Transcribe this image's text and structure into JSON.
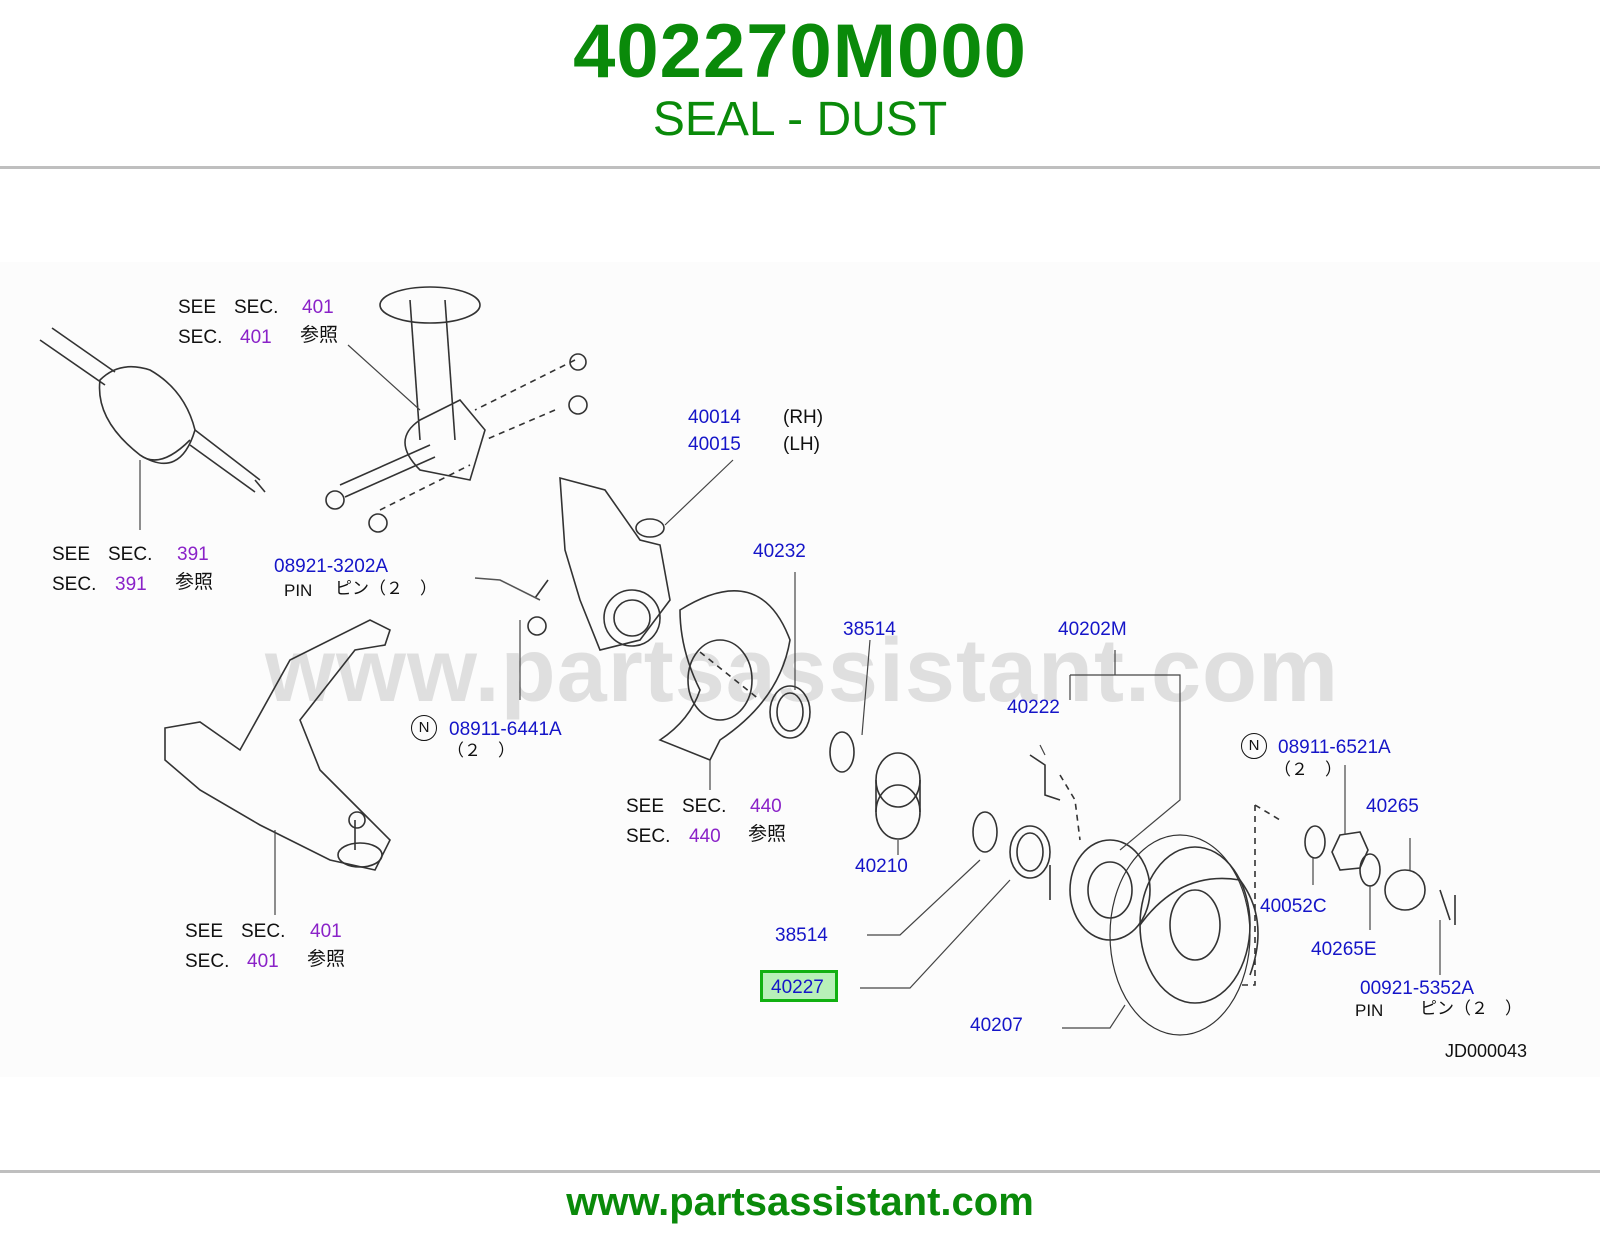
{
  "header": {
    "part_number": "402270M000",
    "part_name": "SEAL - DUST"
  },
  "watermark": "www.partsassistant.com",
  "footer": {
    "url": "www.partsassistant.com"
  },
  "diagram": {
    "ref_code": "JD000043",
    "highlighted_part": "40227",
    "see_sec": {
      "see": "SEE",
      "sec": "SEC.",
      "sanshou": "参照",
      "s401_top": "401",
      "s391": "391",
      "s440": "440",
      "s401_bottom": "401"
    },
    "labels": {
      "p40014": "40014",
      "rh": "(RH)",
      "p40015": "40015",
      "lh": "(LH)",
      "p08921": "08921-3202A",
      "pin": "PIN",
      "pin_jp_left": "ピン（２　）",
      "p40232": "40232",
      "p38514_top": "38514",
      "p40202m": "40202M",
      "p40222": "40222",
      "n_mark": "N",
      "p08911_6441": "08911-6441A",
      "qty2_a": "（２　）",
      "p08911_6521": "08911-6521A",
      "qty2_b": "（２　）",
      "p40265": "40265",
      "p40210": "40210",
      "p40052c": "40052C",
      "p38514_bottom": "38514",
      "p40265e": "40265E",
      "p40227": "40227",
      "p00921": "00921-5352A",
      "pin_jp_right": "ピン（２　）",
      "p40207": "40207"
    }
  }
}
